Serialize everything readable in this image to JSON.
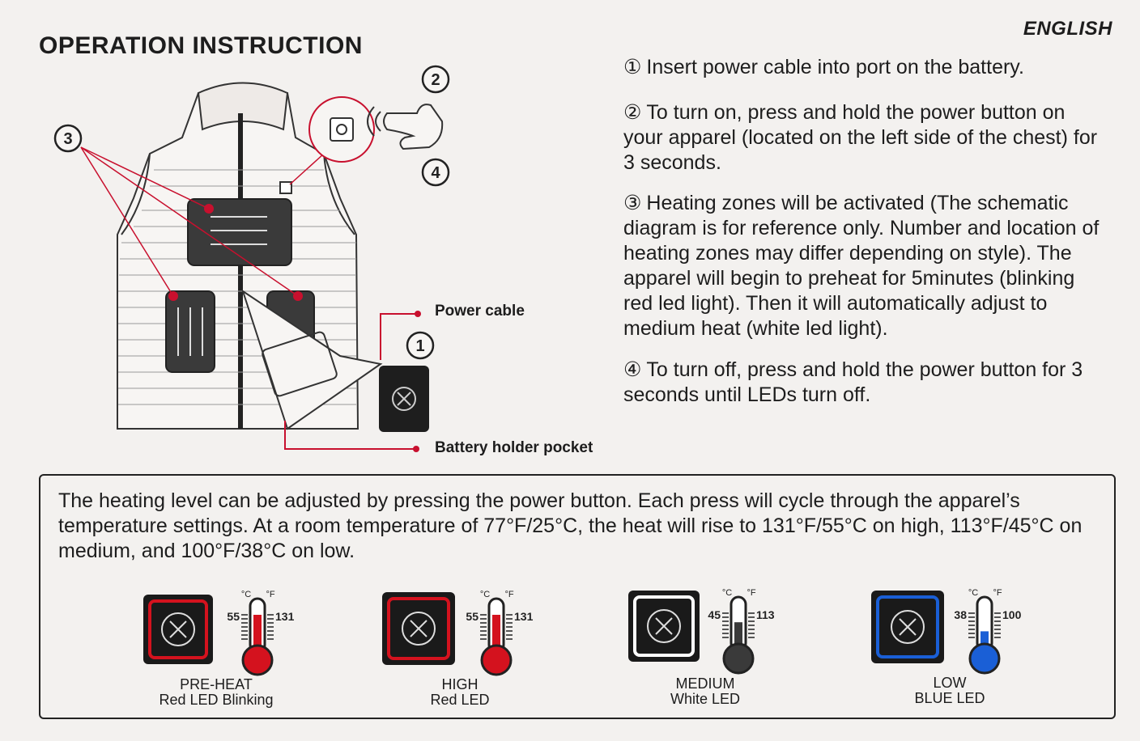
{
  "header": {
    "title": "OPERATION INSTRUCTION",
    "language": "ENGLISH"
  },
  "diagram": {
    "markers": [
      "②",
      "③",
      "④",
      "①"
    ],
    "callouts": {
      "power_cable": "Power cable",
      "battery_pocket": "Battery holder pocket"
    }
  },
  "steps": [
    {
      "num": "①",
      "text": "Insert power cable into port on the battery."
    },
    {
      "num": "②",
      "text": "To turn on, press and hold the power button on your apparel (located on the left side of the chest) for 3 seconds."
    },
    {
      "num": "③",
      "text": "Heating zones will be activated (The schematic diagram is for reference only. Number and location of heating zones may differ depending on style). The apparel will begin to preheat for 5minutes (blinking red led light). Then it will automatically adjust to medium heat (white led light)."
    },
    {
      "num": "④",
      "text": "To turn off, press and hold the power button for 3 seconds until LEDs turn off."
    }
  ],
  "panel": {
    "text": "The heating level can be adjusted by pressing the power button. Each press will cycle through the apparel’s temperature settings. At a room temperature of 77°F/25°C, the heat will rise to 131°F/55°C on high, 113°F/45°C on medium, and 100°F/38°C on low.",
    "unit_c": "°C",
    "unit_f": "°F",
    "modes": [
      {
        "line1": "PRE-HEAT",
        "line2": "Red LED  Blinking",
        "celsius": "55",
        "fahrenheit": "131",
        "led_color": "#d4121e",
        "level": 0.75
      },
      {
        "line1": "HIGH",
        "line2": "Red LED",
        "celsius": "55",
        "fahrenheit": "131",
        "led_color": "#d4121e",
        "level": 0.75
      },
      {
        "line1": "MEDIUM",
        "line2": "White LED",
        "celsius": "45",
        "fahrenheit": "113",
        "led_color": "#ffffff",
        "level": 0.55
      },
      {
        "line1": "LOW",
        "line2": "BLUE LED",
        "celsius": "38",
        "fahrenheit": "100",
        "led_color": "#1a5fd6",
        "level": 0.35
      }
    ]
  }
}
